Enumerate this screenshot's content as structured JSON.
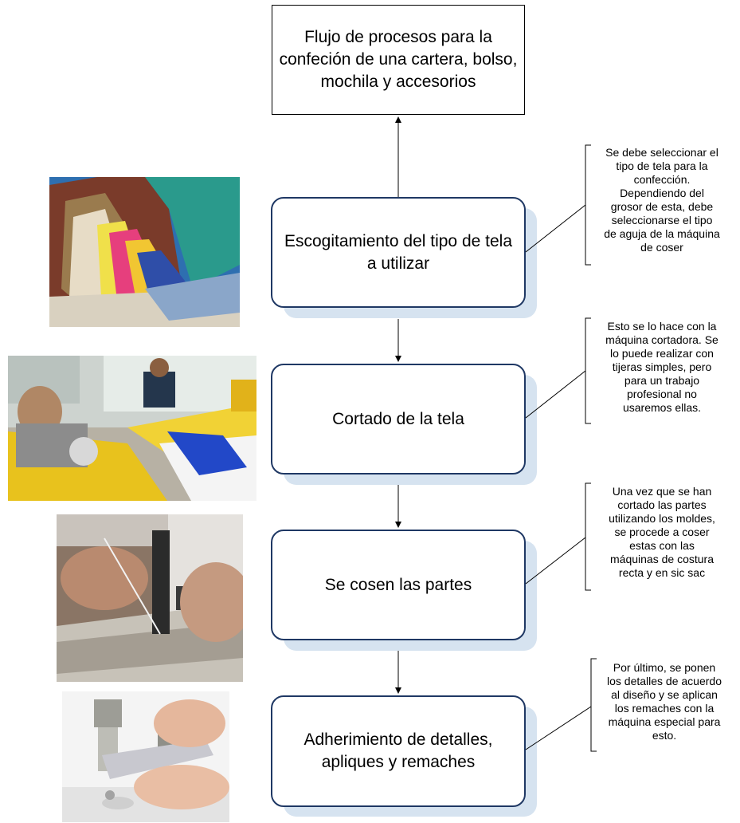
{
  "title": "Flujo de procesos para la confeción de una cartera, bolso, mochila y accesorios",
  "steps": [
    {
      "label": "Escogitamiento del tipo de tela a utilizar",
      "note": "Se debe seleccionar el\ntipo de tela para la\nconfección.\nDependiendo del\ngrosor de esta, debe\nseleccionarse el tipo\nde aguja de la máquina\nde coser",
      "photo": "colorful-fabrics-photo"
    },
    {
      "label": "Cortado de la tela",
      "note": "Esto se lo hace con la\nmáquina cortadora. Se\nlo puede realizar con\ntijeras simples, pero\npara un trabajo\nprofesional no\nusaremos ellas.",
      "photo": "fabric-cutting-workshop-photo"
    },
    {
      "label": "Se cosen las partes",
      "note": "Una vez que se han\ncortado las partes\nutilizando los moldes,\nse procede a coser\nestas con las\nmáquinas de costura\nrecta y en sic sac",
      "photo": "sewing-machine-photo"
    },
    {
      "label": "Adherimiento de detalles, apliques y remaches",
      "note": "Por último, se ponen\nlos detalles de acuerdo\nal diseño y se aplican\nlos remaches con la\nmáquina especial para\nesto.",
      "photo": "rivet-press-photo"
    }
  ],
  "colors": {
    "box_border": "#1f3864",
    "box_shadow": "#d6e3f0"
  }
}
